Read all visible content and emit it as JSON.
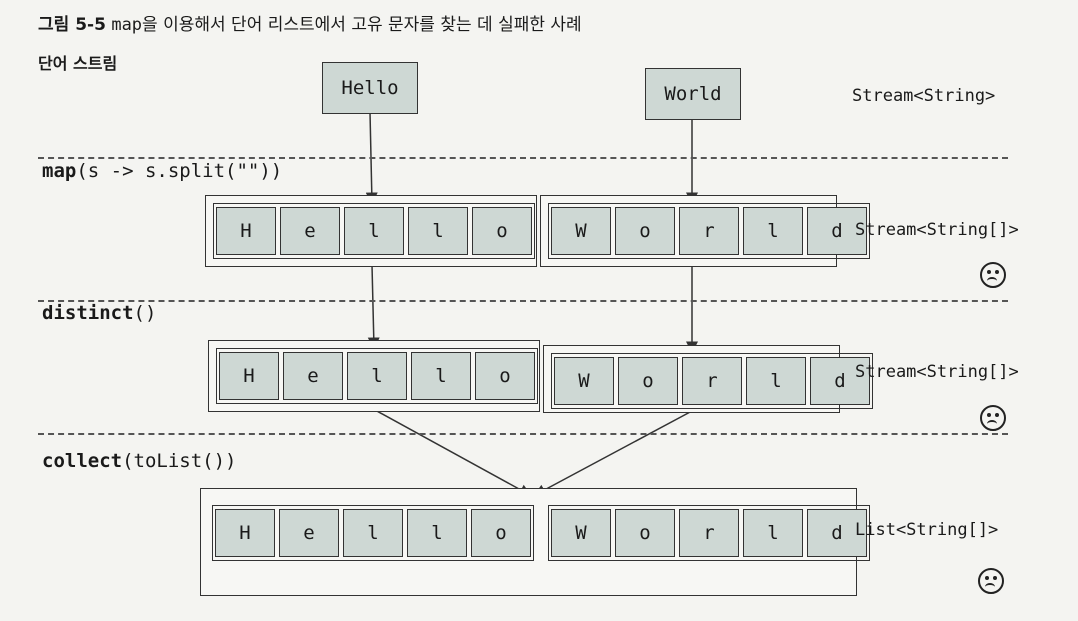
{
  "caption": {
    "prefix": "그림 5-5",
    "text_mid": "map",
    "text_rest": "을 이용해서 단어 리스트에서 고유 문자를 찾는 데 실패한 사례"
  },
  "stream_label": "단어 스트림",
  "input_words": [
    "Hello",
    "World"
  ],
  "input_type": "Stream<String>",
  "steps": [
    {
      "op_fn": "map",
      "op_args": "(s -> s.split(\"\"))",
      "type": "Stream<String[]>",
      "groups": [
        [
          "H",
          "e",
          "l",
          "l",
          "o"
        ],
        [
          "W",
          "o",
          "r",
          "l",
          "d"
        ]
      ]
    },
    {
      "op_fn": "distinct",
      "op_args": "()",
      "type": "Stream<String[]>",
      "groups": [
        [
          "H",
          "e",
          "l",
          "l",
          "o"
        ],
        [
          "W",
          "o",
          "r",
          "l",
          "d"
        ]
      ]
    },
    {
      "op_fn": "collect",
      "op_args": "(toList())",
      "type": "List<String[]>",
      "groups": [
        [
          "H",
          "e",
          "l",
          "l",
          "o"
        ],
        [
          "W",
          "o",
          "r",
          "l",
          "d"
        ]
      ]
    }
  ],
  "icons": {
    "sad_face": "frowning-face-icon"
  }
}
